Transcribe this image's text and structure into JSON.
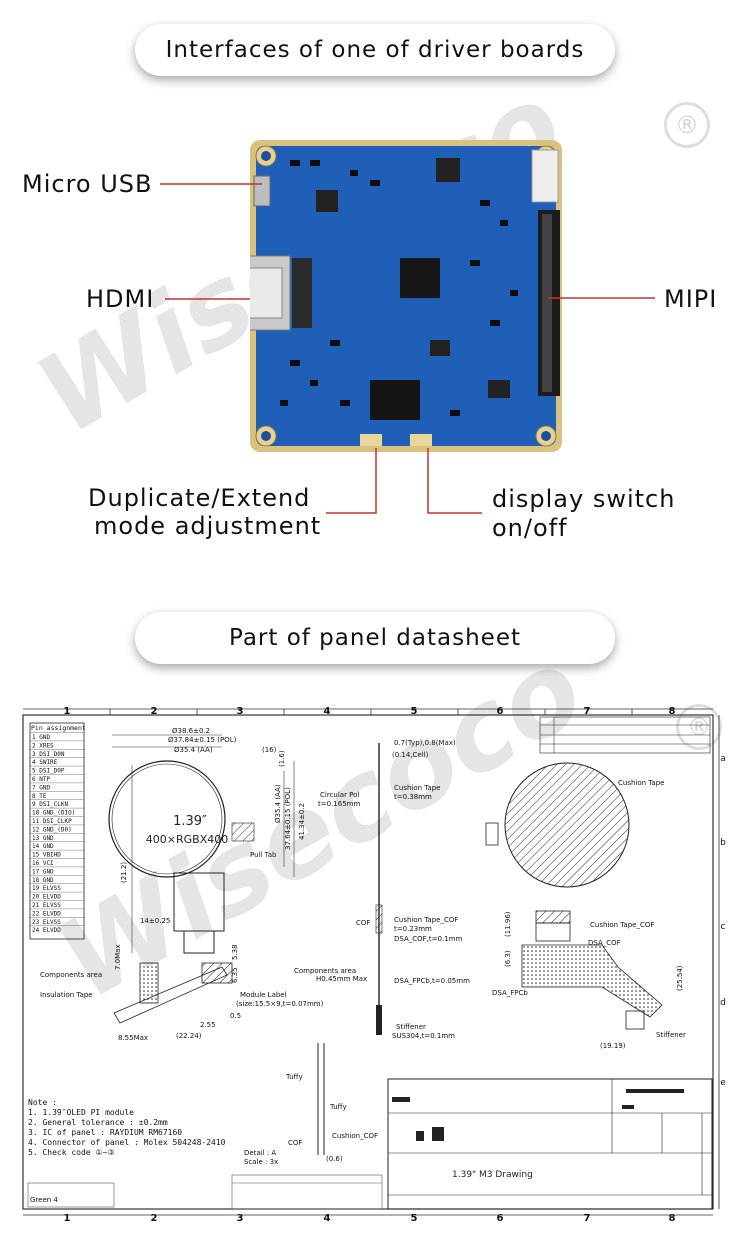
{
  "section1": {
    "title": "Interfaces of one of driver boards"
  },
  "callouts": {
    "micro_usb": "Micro USB",
    "hdmi": "HDMI",
    "mipi": "MIPI",
    "dup_line1": "Duplicate/Extend",
    "dup_line2": "mode adjustment",
    "switch_line1": "display switch",
    "switch_line2": "on/off"
  },
  "section2": {
    "title": "Part of panel datasheet"
  },
  "drawing": {
    "col_labels": [
      "1",
      "2",
      "3",
      "4",
      "5",
      "6",
      "7",
      "8"
    ],
    "row_labels": [
      "a",
      "b",
      "c",
      "d",
      "e"
    ],
    "pin_header": "Pin assignment",
    "pins": [
      "1 GND",
      "2 XRES",
      "3 DSI_D0N",
      "4 SWIRE",
      "5 DSI_D0P",
      "6 NTP",
      "7 GND",
      "8 TE",
      "9 DSI_CLKN",
      "10 GND_(DIO)",
      "11 DSI_CLKP",
      "12 GND_(D0)",
      "13 GND",
      "14 GND",
      "15 VBIHD",
      "16 VCI",
      "17 GND",
      "18 GND",
      "19 ELVSS",
      "20 ELVDD",
      "21 ELVSS",
      "22 ELVDD",
      "23 ELVSS",
      "24 ELVDD"
    ],
    "dims": {
      "d1": "Ø38.6±0.2",
      "d2": "Ø37.84±0.15 (POL)",
      "d3": "Ø35.4 (AA)",
      "d4": "(16)",
      "d5": "0.7(Typ),0.8(Max)",
      "d6": "(0.14,Cell)",
      "d7": "37.64±0.15 (POL)",
      "d8": "Ø35.4 (AA)",
      "d9": "41.34±0.2",
      "d10": "(1.6)",
      "d11": "(21.2)",
      "d12": "14±0.25",
      "d13": "7.0Max",
      "d14": "5.38",
      "d15": "6.35",
      "d16": "2.55",
      "d17": "0.5",
      "d18": "8.55Max",
      "d19": "(22.24)",
      "d20": "(19.19)",
      "d21": "(25.54)",
      "d22": "(11.96)",
      "d23": "(6.3)",
      "d24": "(0.6)"
    },
    "screen_text1": "1.39″",
    "screen_text2": "400×RGBX400",
    "pull_tab": "Pull Tab",
    "labels": {
      "circular_pol": "Circular Pol",
      "circular_pol_t": "t=0.165mm",
      "cushion_tape": "Cushion Tape",
      "cushion_tape_t": "t=0.38mm",
      "cushion_cof": "Cushion Tape_COF",
      "cushion_cof_t": "t=0.23mm",
      "dsa_cof": "DSA_COF,t=0.1mm",
      "cof": "COF",
      "comp_area": "Components area",
      "comp_h": "H0.45mm Max",
      "dsa_fpcb": "DSA_FPCb,t=0.05mm",
      "stiffener": "Stiffener",
      "stiffener_t": "SUS304,t=0.1mm",
      "comp_area_left": "Components area",
      "insulation": "Insulation Tape",
      "module_label": "Module Label",
      "module_label_sz": "(size:15.5×9,t=0.07mm)",
      "r_cushion": "Cushion Tape",
      "r_cushion_cof": "Cushion Tape_COF",
      "r_dsa_cof": "DSA_COF",
      "r_dsa_fpcb": "DSA_FPCb",
      "r_stiffener": "Stiffener",
      "tuffy1": "Tuffy",
      "tuffy2": "Tuffy",
      "cof2": "COF",
      "cushion_cof2": "Cushion_COF",
      "detail": "Detail : A",
      "scale": "Scale : 3x"
    },
    "notes": [
      "Note :",
      "1. 1.39″OLED PI module",
      "2. General tolerance : ±0.2mm",
      "3. IC of panel : RAYDIUM RM67160",
      "4. Connector of panel : Molex 504248-2410",
      "5. Check code ①~③"
    ],
    "title_block": "1.39\" M3 Drawing",
    "green_label": "Green 4"
  },
  "watermark": {
    "text": "Wisecoco",
    "reg": "®"
  },
  "colors": {
    "pcb_blue": "#1f5fb8",
    "gold": "#d8c27a",
    "callout_red": "#c8322e"
  }
}
